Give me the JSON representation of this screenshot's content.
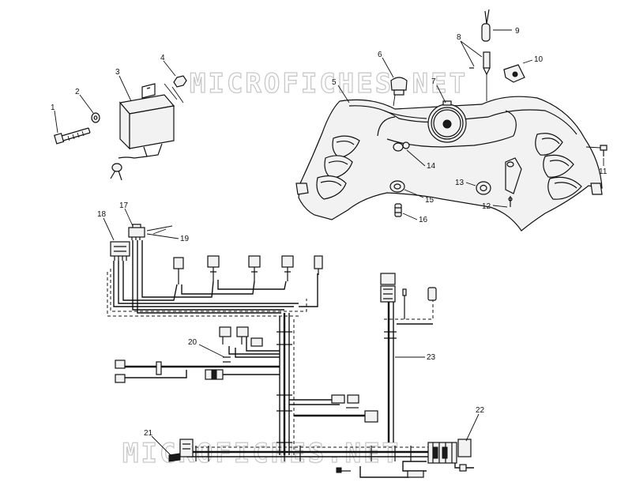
{
  "watermark": "MICROFICHES.NET",
  "callouts": {
    "c1": "1",
    "c2": "2",
    "c3": "3",
    "c4": "4",
    "c5": "5",
    "c6": "6",
    "c7": "7",
    "c8": "8",
    "c9": "9",
    "c10": "10",
    "c11": "11",
    "c12": "12",
    "c13": "13",
    "c14": "14",
    "c15": "15",
    "c16": "16",
    "c17": "17",
    "c18": "18",
    "c19": "19",
    "c20": "20",
    "c21": "21",
    "c22": "22",
    "c23": "23"
  }
}
